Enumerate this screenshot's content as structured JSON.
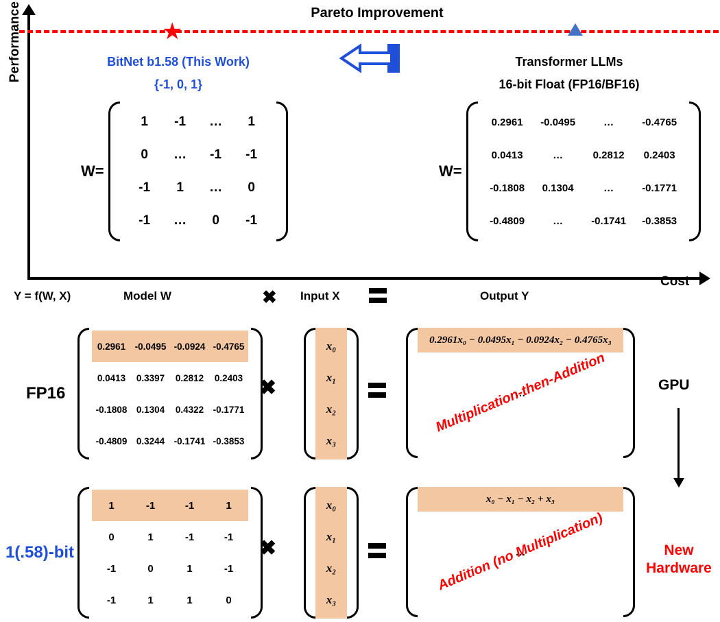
{
  "pareto": {
    "title": "Pareto Improvement",
    "y_axis_label": "Performance",
    "x_axis_label": "Cost",
    "dashed_line_color": "#FF0000",
    "star_marker": "★",
    "star_color": "#FF0000",
    "triangle_color": "#4472C4",
    "arrow_color": "#1F4FD8",
    "left_model": {
      "name": "BitNet b1.58 (This Work)",
      "precision": "{-1, 0, 1}",
      "color": "#1F4FD8",
      "matrix_label": "W=",
      "matrix": [
        [
          "1",
          "-1",
          "…",
          "1"
        ],
        [
          "0",
          "…",
          "-1",
          "-1"
        ],
        [
          "-1",
          "1",
          "…",
          "0"
        ],
        [
          "-1",
          "…",
          "0",
          "-1"
        ]
      ]
    },
    "right_model": {
      "name": "Transformer LLMs",
      "precision": "16-bit Float (FP16/BF16)",
      "color": "#000000",
      "matrix_label": "W=",
      "matrix": [
        [
          "0.2961",
          "-0.0495",
          "…",
          "-0.4765"
        ],
        [
          "0.0413",
          "…",
          "0.2812",
          "0.2403"
        ],
        [
          "-0.1808",
          "0.1304",
          "…",
          "-0.1771"
        ],
        [
          "-0.4809",
          "…",
          "-0.1741",
          "-0.3853"
        ]
      ]
    }
  },
  "compute": {
    "headers": {
      "formula": "Y = f(W, X)",
      "model_w": "Model W",
      "times": "✖",
      "input_x": "Input X",
      "equals": "=",
      "output_y": "Output Y"
    },
    "highlight_color": "#F4C7A3",
    "rows": [
      {
        "label": "FP16",
        "label_color": "#000000",
        "matrix": [
          [
            "0.2961",
            "-0.0495",
            "-0.0924",
            "-0.4765"
          ],
          [
            "0.0413",
            "0.3397",
            "0.2812",
            "0.2403"
          ],
          [
            "-0.1808",
            "0.1304",
            "0.4322",
            "-0.1771"
          ],
          [
            "-0.4809",
            "0.3244",
            "-0.1741",
            "-0.3853"
          ]
        ],
        "highlight_row": 0,
        "input_vector": [
          "x₀",
          "x₁",
          "x₂",
          "x₃"
        ],
        "output_first_row": "0.2961x₀ − 0.0495x₁ − 0.0924x₂ − 0.4765x₃",
        "output_dots": "…",
        "output_annotation": "Multiplication-then-Addition",
        "annotation_color": "#FF0000",
        "hardware": "GPU",
        "hardware_color": "#000000"
      },
      {
        "label": "1(.58)-bit",
        "label_color": "#1F4FD8",
        "matrix": [
          [
            "1",
            "-1",
            "-1",
            "1"
          ],
          [
            "0",
            "1",
            "-1",
            "-1"
          ],
          [
            "-1",
            "0",
            "1",
            "-1"
          ],
          [
            "-1",
            "1",
            "1",
            "0"
          ]
        ],
        "highlight_row": 0,
        "input_vector": [
          "x₀",
          "x₁",
          "x₂",
          "x₃"
        ],
        "output_first_row": "x₀ − x₁ − x₂ + x₃",
        "output_dots": "…",
        "output_annotation": "Addition (no Multiplication)",
        "annotation_color": "#FF0000",
        "hardware": "New\nHardware",
        "hardware_color": "#FF0000"
      }
    ],
    "hardware_arrow": "down-arrow",
    "gpu_label": "GPU",
    "new_hardware_label": "New Hardware"
  }
}
